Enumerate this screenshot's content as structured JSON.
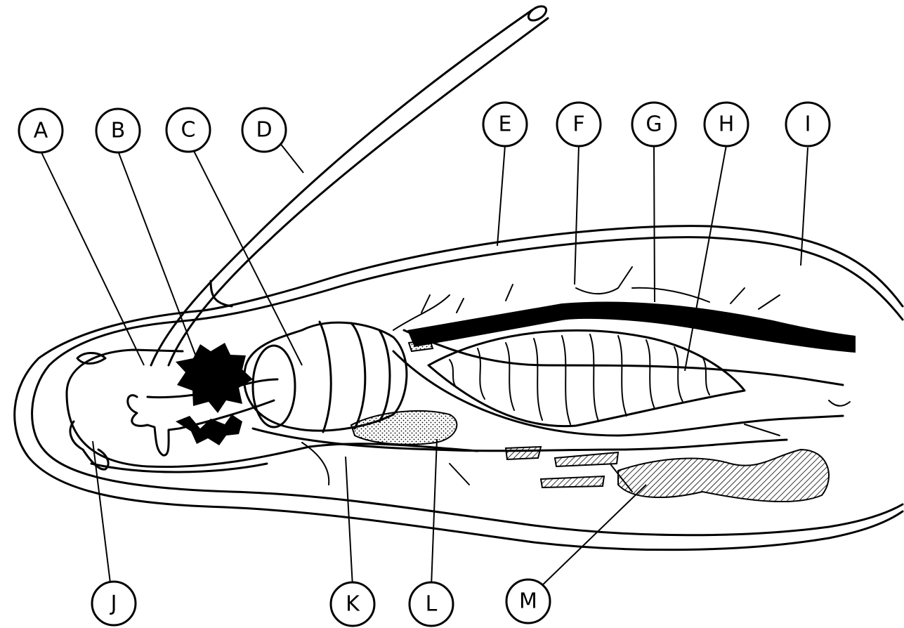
{
  "diagram": {
    "labels": [
      {
        "id": "A",
        "text": "A"
      },
      {
        "id": "B",
        "text": "B"
      },
      {
        "id": "C",
        "text": "C"
      },
      {
        "id": "D",
        "text": "D"
      },
      {
        "id": "E",
        "text": "E"
      },
      {
        "id": "F",
        "text": "F"
      },
      {
        "id": "G",
        "text": "G"
      },
      {
        "id": "H",
        "text": "H"
      },
      {
        "id": "I",
        "text": "I"
      },
      {
        "id": "J",
        "text": "J"
      },
      {
        "id": "K",
        "text": "K"
      },
      {
        "id": "L",
        "text": "L"
      },
      {
        "id": "M",
        "text": "M"
      }
    ]
  }
}
